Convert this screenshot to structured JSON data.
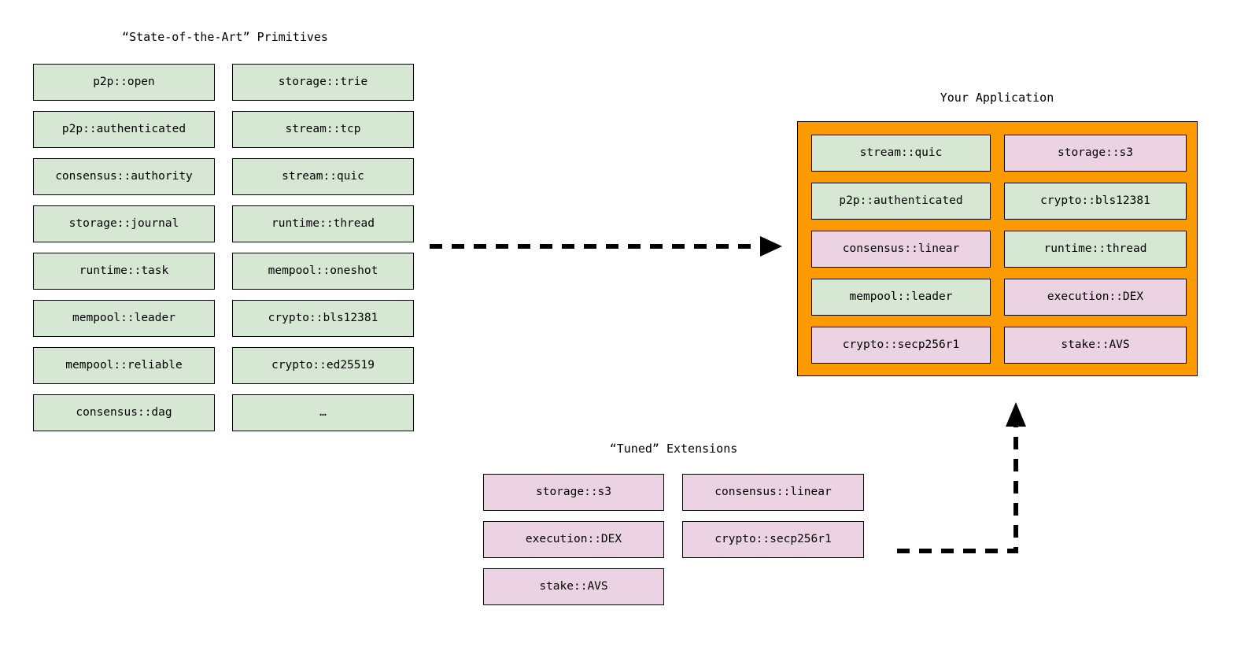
{
  "diagram": {
    "type": "architecture-diagram",
    "background_color": "#ffffff",
    "colors": {
      "primitive_green": "#d6e8d4",
      "extension_pink": "#ebd3e3",
      "application_orange": "#fc9a02",
      "border": "#000000",
      "arrow": "#000000"
    }
  },
  "primitives": {
    "title": "“State-of-the-Art” Primitives",
    "column_left": [
      {
        "label": "p2p::open",
        "kind": "primitive"
      },
      {
        "label": "p2p::authenticated",
        "kind": "primitive"
      },
      {
        "label": "consensus::authority",
        "kind": "primitive"
      },
      {
        "label": "storage::journal",
        "kind": "primitive"
      },
      {
        "label": "runtime::task",
        "kind": "primitive"
      },
      {
        "label": "mempool::leader",
        "kind": "primitive"
      },
      {
        "label": "mempool::reliable",
        "kind": "primitive"
      },
      {
        "label": "consensus::dag",
        "kind": "primitive"
      }
    ],
    "column_right": [
      {
        "label": "storage::trie",
        "kind": "primitive"
      },
      {
        "label": "stream::tcp",
        "kind": "primitive"
      },
      {
        "label": "stream::quic",
        "kind": "primitive"
      },
      {
        "label": "runtime::thread",
        "kind": "primitive"
      },
      {
        "label": "mempool::oneshot",
        "kind": "primitive"
      },
      {
        "label": "crypto::bls12381",
        "kind": "primitive"
      },
      {
        "label": "crypto::ed25519",
        "kind": "primitive"
      },
      {
        "label": "…",
        "kind": "primitive"
      }
    ]
  },
  "extensions": {
    "title": "“Tuned” Extensions",
    "column_left": [
      {
        "label": "storage::s3",
        "kind": "extension"
      },
      {
        "label": "execution::DEX",
        "kind": "extension"
      },
      {
        "label": "stake::AVS",
        "kind": "extension"
      }
    ],
    "column_right": [
      {
        "label": "consensus::linear",
        "kind": "extension"
      },
      {
        "label": "crypto::secp256r1",
        "kind": "extension"
      }
    ]
  },
  "application": {
    "title": "Your Application",
    "column_left": [
      {
        "label": "stream::quic",
        "kind": "primitive"
      },
      {
        "label": "p2p::authenticated",
        "kind": "primitive"
      },
      {
        "label": "consensus::linear",
        "kind": "extension"
      },
      {
        "label": "mempool::leader",
        "kind": "primitive"
      },
      {
        "label": "crypto::secp256r1",
        "kind": "extension"
      }
    ],
    "column_right": [
      {
        "label": "storage::s3",
        "kind": "extension"
      },
      {
        "label": "crypto::bls12381",
        "kind": "primitive"
      },
      {
        "label": "runtime::thread",
        "kind": "primitive"
      },
      {
        "label": "execution::DEX",
        "kind": "extension"
      },
      {
        "label": "stake::AVS",
        "kind": "extension"
      }
    ]
  },
  "connectors": [
    {
      "name": "primitives-to-application",
      "style": "dashed",
      "direction": "right"
    },
    {
      "name": "extensions-to-application",
      "style": "dashed",
      "direction": "up"
    }
  ]
}
